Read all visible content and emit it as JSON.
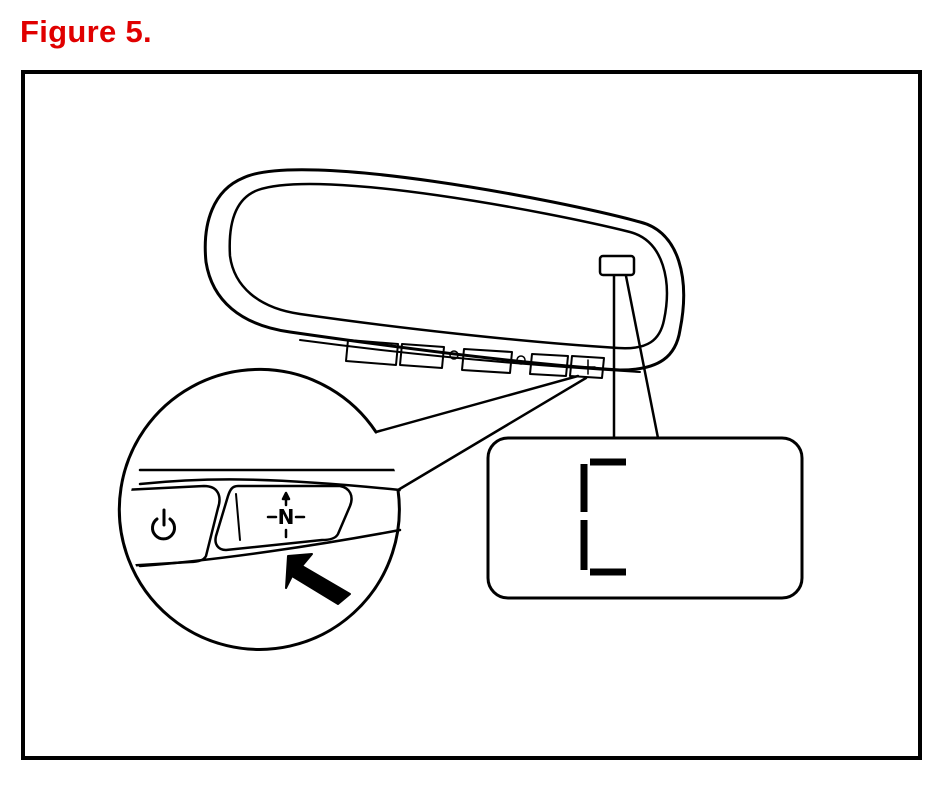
{
  "figure": {
    "title": "Figure 5.",
    "title_color": "#e00000"
  },
  "mirror": {
    "button_count": 5,
    "small_button_marks": [
      "e",
      "e"
    ],
    "highlighted_button_icon": "compass-icon"
  },
  "zoom_callout": {
    "power_icon": "power-icon",
    "compass_button_label": "N",
    "pointer_icon": "arrow-pointer-icon"
  },
  "display_callout": {
    "readout": "C"
  },
  "colors": {
    "line": "#000000",
    "background": "#ffffff",
    "title": "#e00000"
  }
}
